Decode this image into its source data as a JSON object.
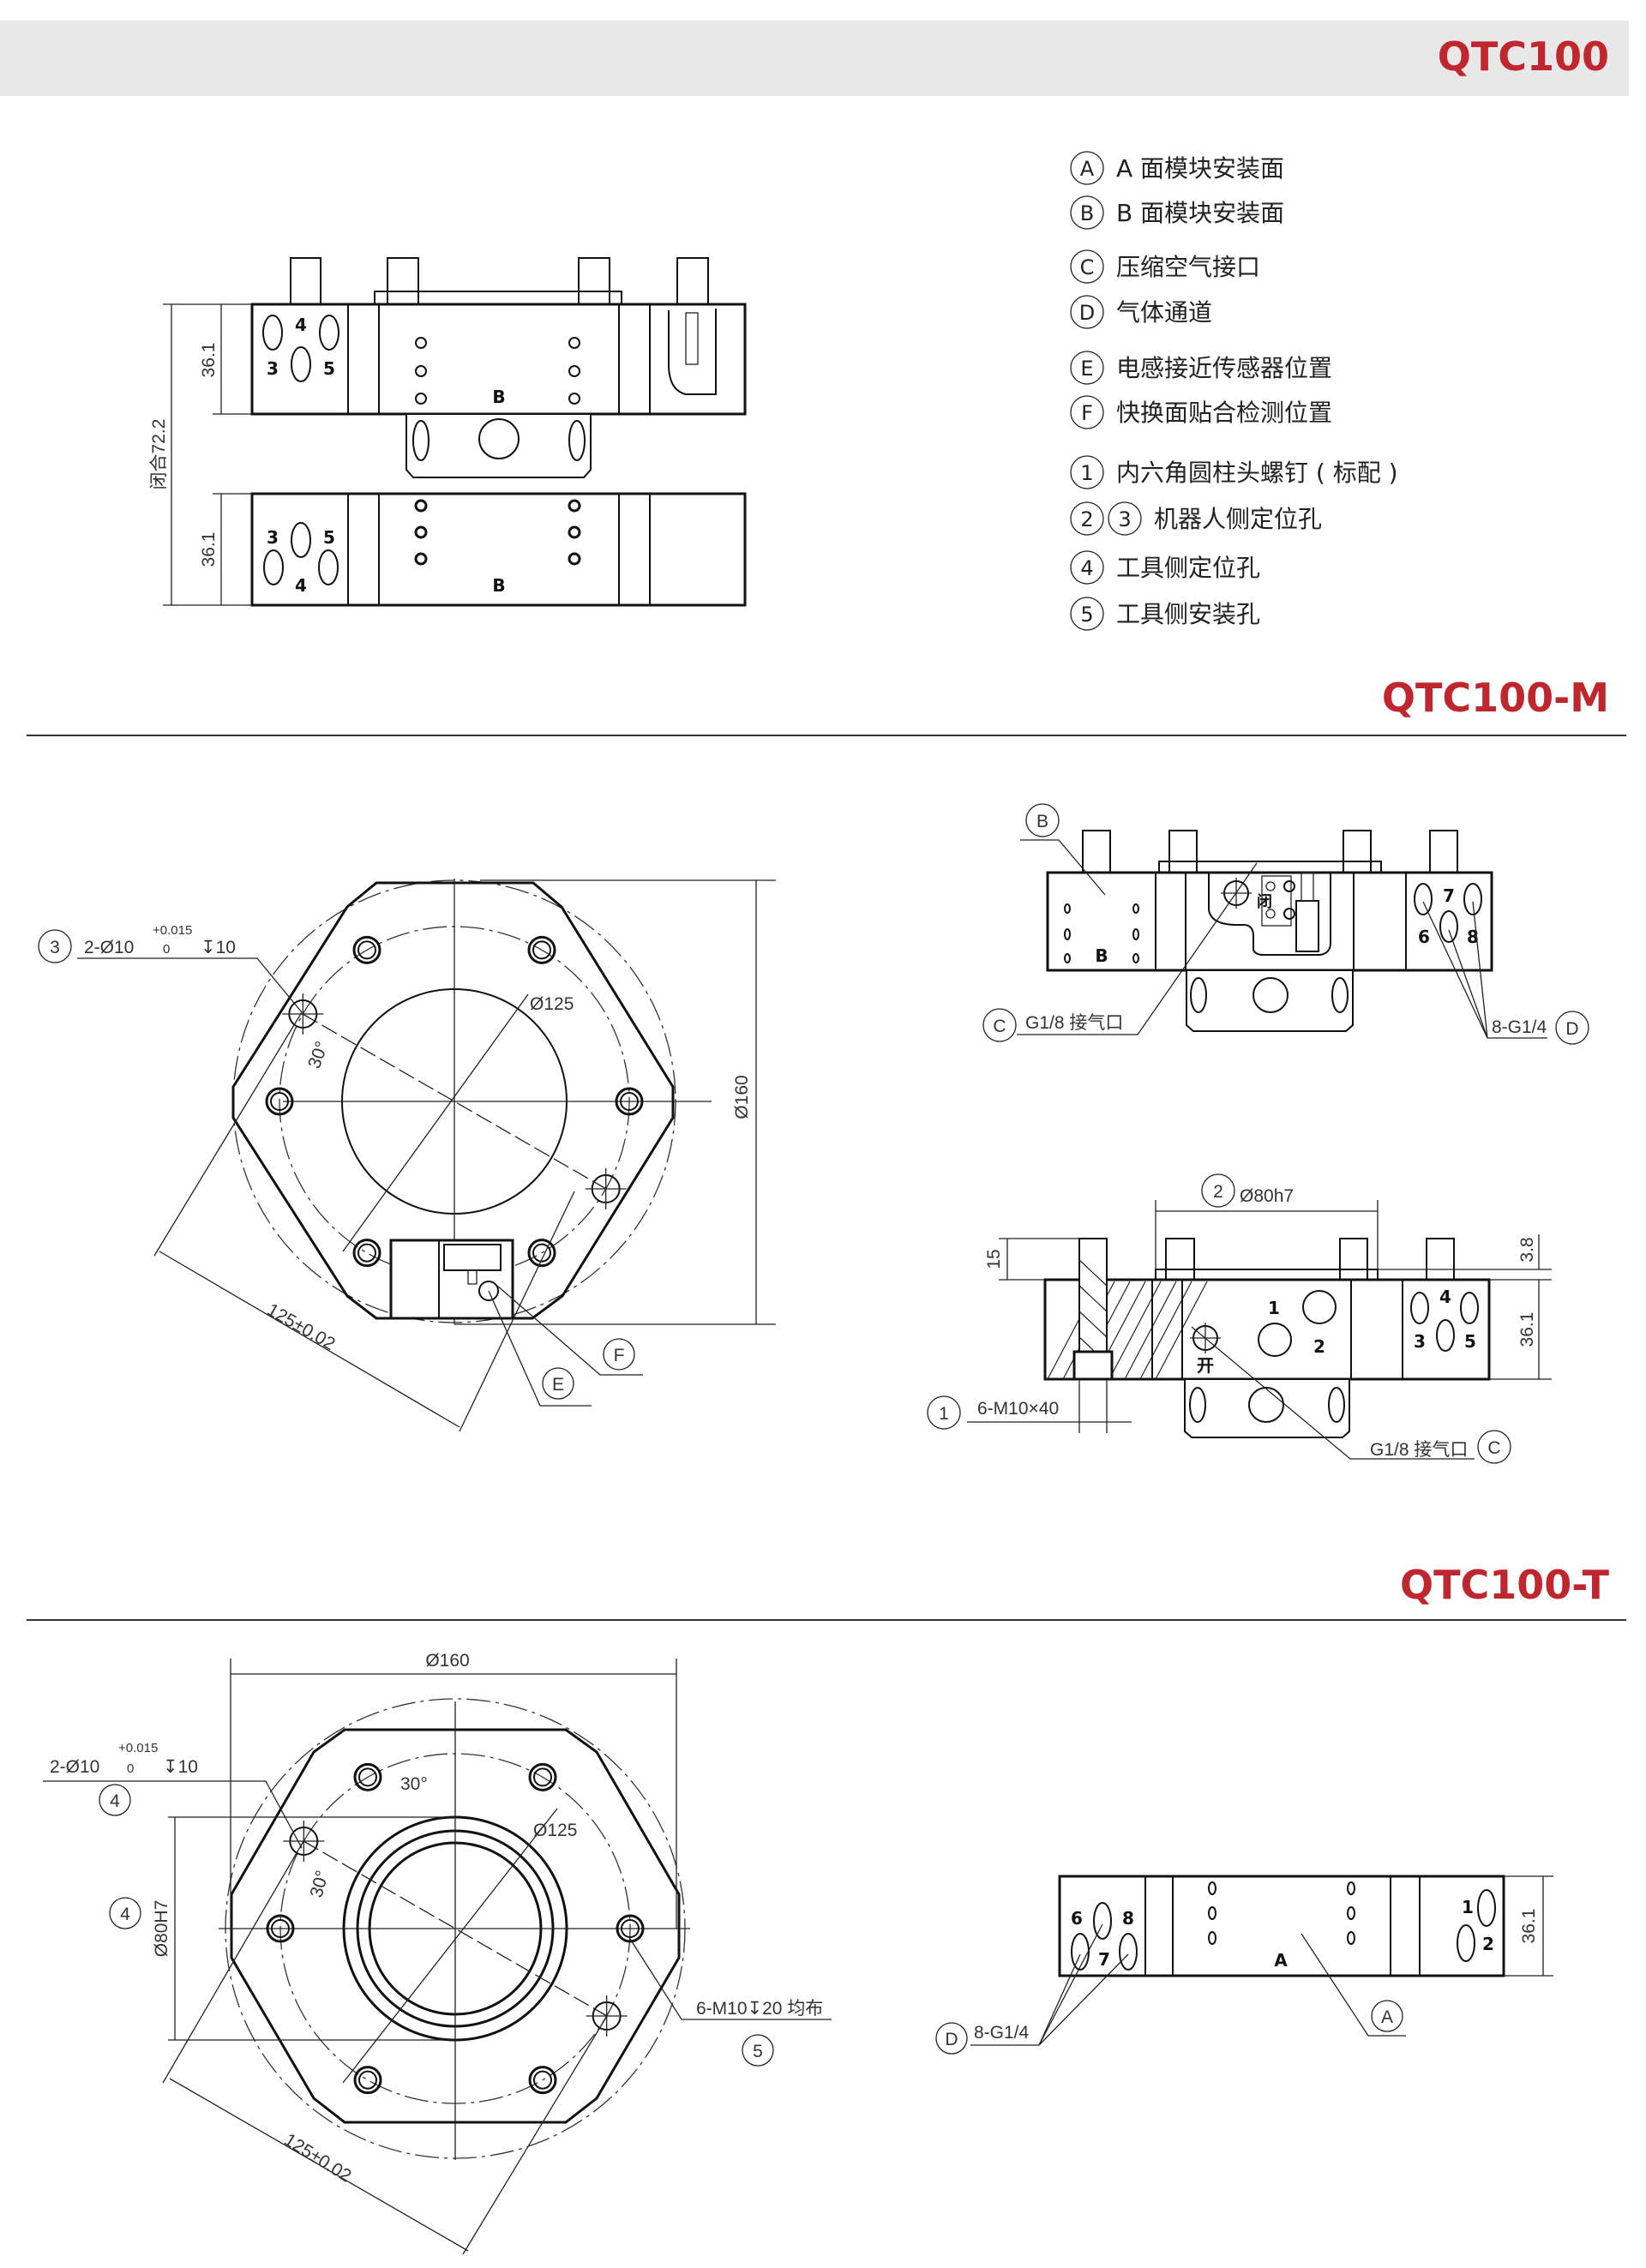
{
  "colors": {
    "accent": "#c0262d",
    "header_bg": "#e8e8e8",
    "line": "#111111"
  },
  "header": {
    "title": "QTC100"
  },
  "legend": [
    {
      "markers": [
        "A"
      ],
      "text": "A 面模块安装面"
    },
    {
      "markers": [
        "B"
      ],
      "text": "B 面模块安装面"
    },
    {
      "markers": [
        "C"
      ],
      "text": "压缩空气接口"
    },
    {
      "markers": [
        "D"
      ],
      "text": "气体通道"
    },
    {
      "markers": [
        "E"
      ],
      "text": "电感接近传感器位置"
    },
    {
      "markers": [
        "F"
      ],
      "text": "快换面贴合检测位置"
    },
    {
      "markers": [
        "1"
      ],
      "text": "内六角圆柱头螺钉 ( 标配 )"
    },
    {
      "markers": [
        "2",
        "3"
      ],
      "text": "机器人侧定位孔"
    },
    {
      "markers": [
        "4"
      ],
      "text": "工具侧定位孔"
    },
    {
      "markers": [
        "5"
      ],
      "text": "工具侧安装孔"
    }
  ],
  "overview": {
    "dim_closed": "闭合72.2",
    "dim_upper": "36.1",
    "dim_lower": "36.1",
    "upper_labels": {
      "n4": "4",
      "n3": "3",
      "n5": "5",
      "face": "B"
    },
    "lower_labels": {
      "n3": "3",
      "n5": "5",
      "n4": "4",
      "face": "B"
    }
  },
  "section_m": {
    "title": "QTC100-M",
    "flange": {
      "callout_3": "3",
      "hole_spec": "2-Ø10",
      "tol_upper": "+0.015",
      "tol_lower": "0",
      "depth": "↧10",
      "bolt_circle": "Ø125",
      "outer_dia": "Ø160",
      "angle": "30°",
      "pitch": "125±0.02",
      "callout_e": "E",
      "callout_f": "F"
    },
    "top_view": {
      "callout_b": "B",
      "face": "B",
      "closed_mark": "闭",
      "callout_c": "C",
      "air_port": "G1/8 接气口",
      "callout_d": "D",
      "channels": "8-G1/4",
      "n6": "6",
      "n7": "7",
      "n8": "8"
    },
    "side_view": {
      "callout_2": "2",
      "fit": "Ø80h7",
      "dim_15": "15",
      "dim_3_8": "3.8",
      "dim_36_1": "36.1",
      "callout_1": "1",
      "screws": "6-M10×40",
      "air_port": "G1/8 接气口",
      "callout_c": "C",
      "open_mark": "开",
      "n1": "1",
      "n2": "2",
      "n3": "3",
      "n4": "4",
      "n5": "5"
    }
  },
  "section_t": {
    "title": "QTC100-T",
    "flange": {
      "outer_dia": "Ø160",
      "hole_spec": "2-Ø10",
      "tol_upper": "+0.015",
      "tol_lower": "0",
      "depth": "↧10",
      "callout_4a": "4",
      "callout_4b": "4",
      "fit": "Ø80H7",
      "angle_top": "30°",
      "angle_left": "30°",
      "bolt_circle": "Ø125",
      "threads": "6-M10↧20 均布",
      "callout_5": "5",
      "pitch": "125±0.02"
    },
    "side_view": {
      "dim_36_1": "36.1",
      "callout_d": "D",
      "channels": "8-G1/4",
      "callout_a": "A",
      "face": "A",
      "n1": "1",
      "n2": "2",
      "n6": "6",
      "n7": "7",
      "n8": "8"
    }
  }
}
